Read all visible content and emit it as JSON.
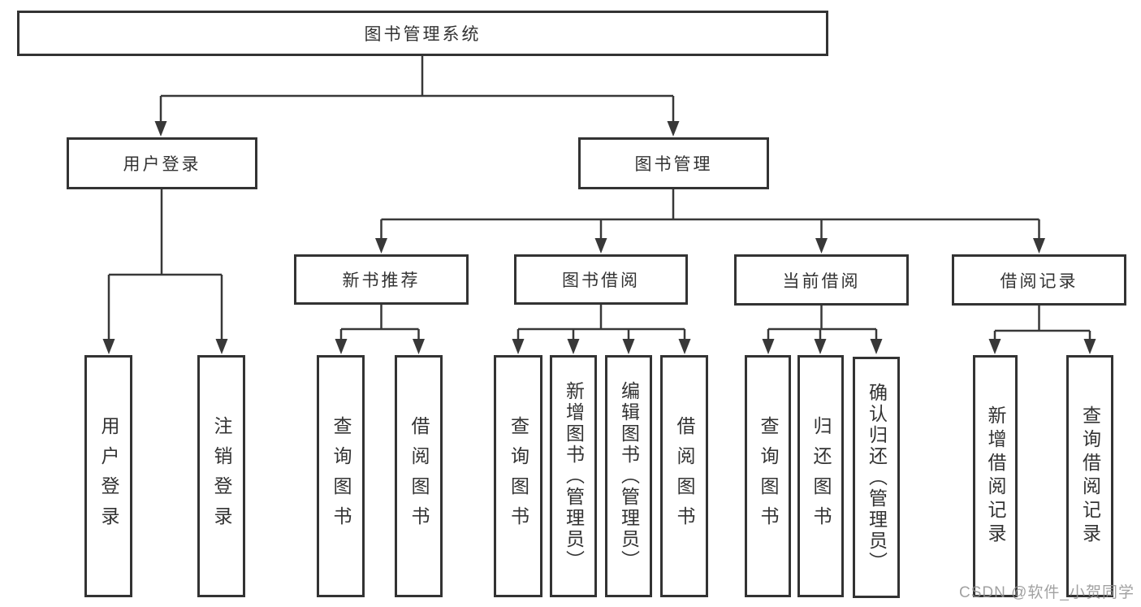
{
  "nodes": {
    "root": {
      "label": "图书管理系统"
    },
    "user_login": {
      "label": "用户登录"
    },
    "book_mgmt": {
      "label": "图书管理"
    },
    "new_books": {
      "label": "新书推荐"
    },
    "book_borrow": {
      "label": "图书借阅"
    },
    "current_borrow": {
      "label": "当前借阅"
    },
    "borrow_records": {
      "label": "借阅记录"
    },
    "leaf_user_login": {
      "label": "用户登录"
    },
    "leaf_logout": {
      "label": "注销登录"
    },
    "leaf_newbooks_query": {
      "label": "查询图书"
    },
    "leaf_newbooks_borrow": {
      "label": "借阅图书"
    },
    "leaf_bookborrow_query": {
      "label": "查询图书"
    },
    "leaf_bookborrow_add": {
      "label": "新增图书（管理员）"
    },
    "leaf_bookborrow_edit": {
      "label": "编辑图书（管理员）"
    },
    "leaf_bookborrow_borrow": {
      "label": "借阅图书"
    },
    "leaf_current_query": {
      "label": "查询图书"
    },
    "leaf_current_return": {
      "label": "归还图书"
    },
    "leaf_current_confirm": {
      "label": "确认归还（管理员）"
    },
    "leaf_records_add": {
      "label": "新增借阅记录"
    },
    "leaf_records_query": {
      "label": "查询借阅记录"
    }
  },
  "watermark": "CSDN @软件_小贺同学",
  "colors": {
    "line": "#383838",
    "box_border": "#333333",
    "text": "#333333",
    "watermark": "#919191",
    "background": "#ffffff"
  }
}
